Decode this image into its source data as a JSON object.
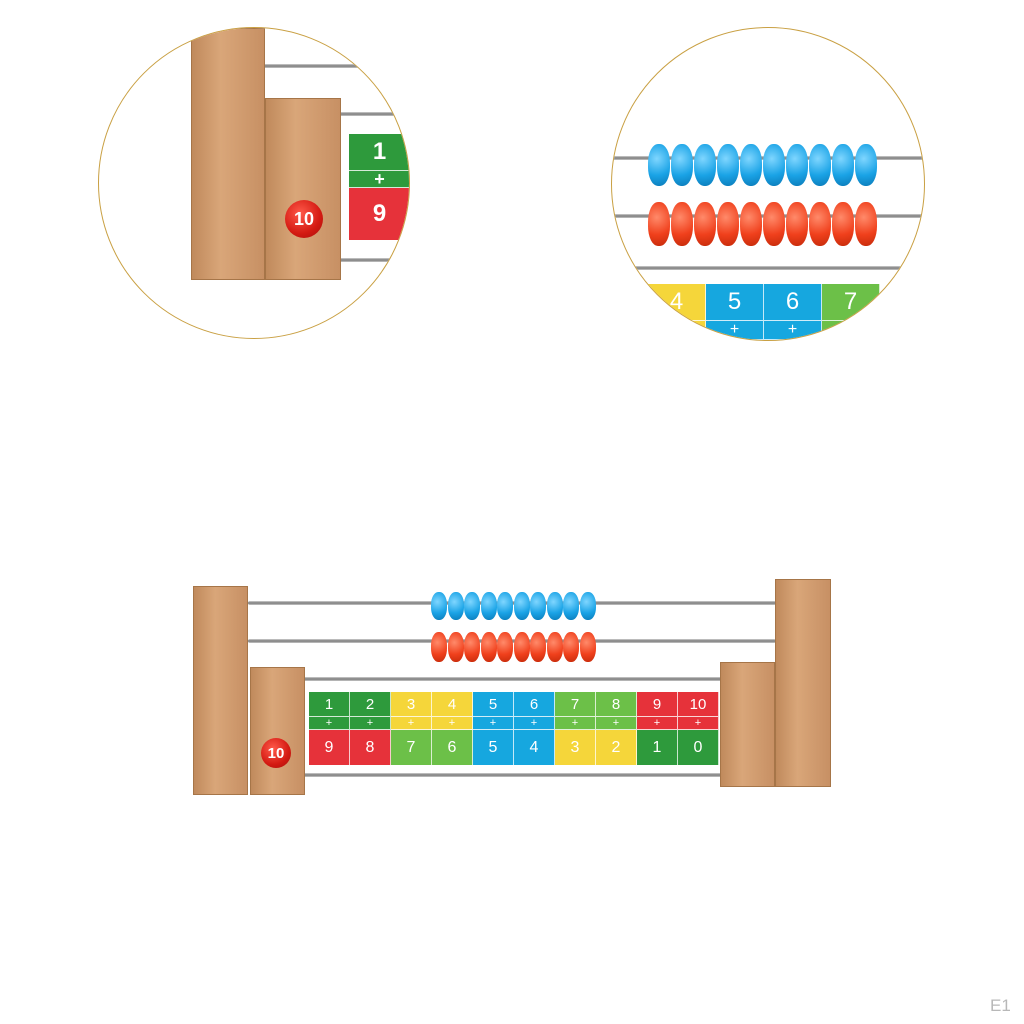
{
  "abacus": {
    "top_row": [
      "1",
      "2",
      "3",
      "4",
      "5",
      "6",
      "7",
      "8",
      "9",
      "10"
    ],
    "operator": "+",
    "bottom_row": [
      "9",
      "8",
      "7",
      "6",
      "5",
      "4",
      "3",
      "2",
      "1",
      "0"
    ],
    "badge": "10",
    "tile_colors": [
      "#2e9a3c",
      "#2e9a3c",
      "#f5d63a",
      "#f5d63a",
      "#16a7df",
      "#16a7df",
      "#6cc048",
      "#6cc048",
      "#e6323a",
      "#e6323a"
    ],
    "blue_beads": 10,
    "red_beads": 10
  },
  "zoom_left": {
    "top_number": "1",
    "operator": "+",
    "bottom_number": "9",
    "badge": "10"
  },
  "zoom_right": {
    "numbers": [
      "4",
      "5",
      "6",
      "7"
    ],
    "operator": "+"
  },
  "watermark": "E1"
}
